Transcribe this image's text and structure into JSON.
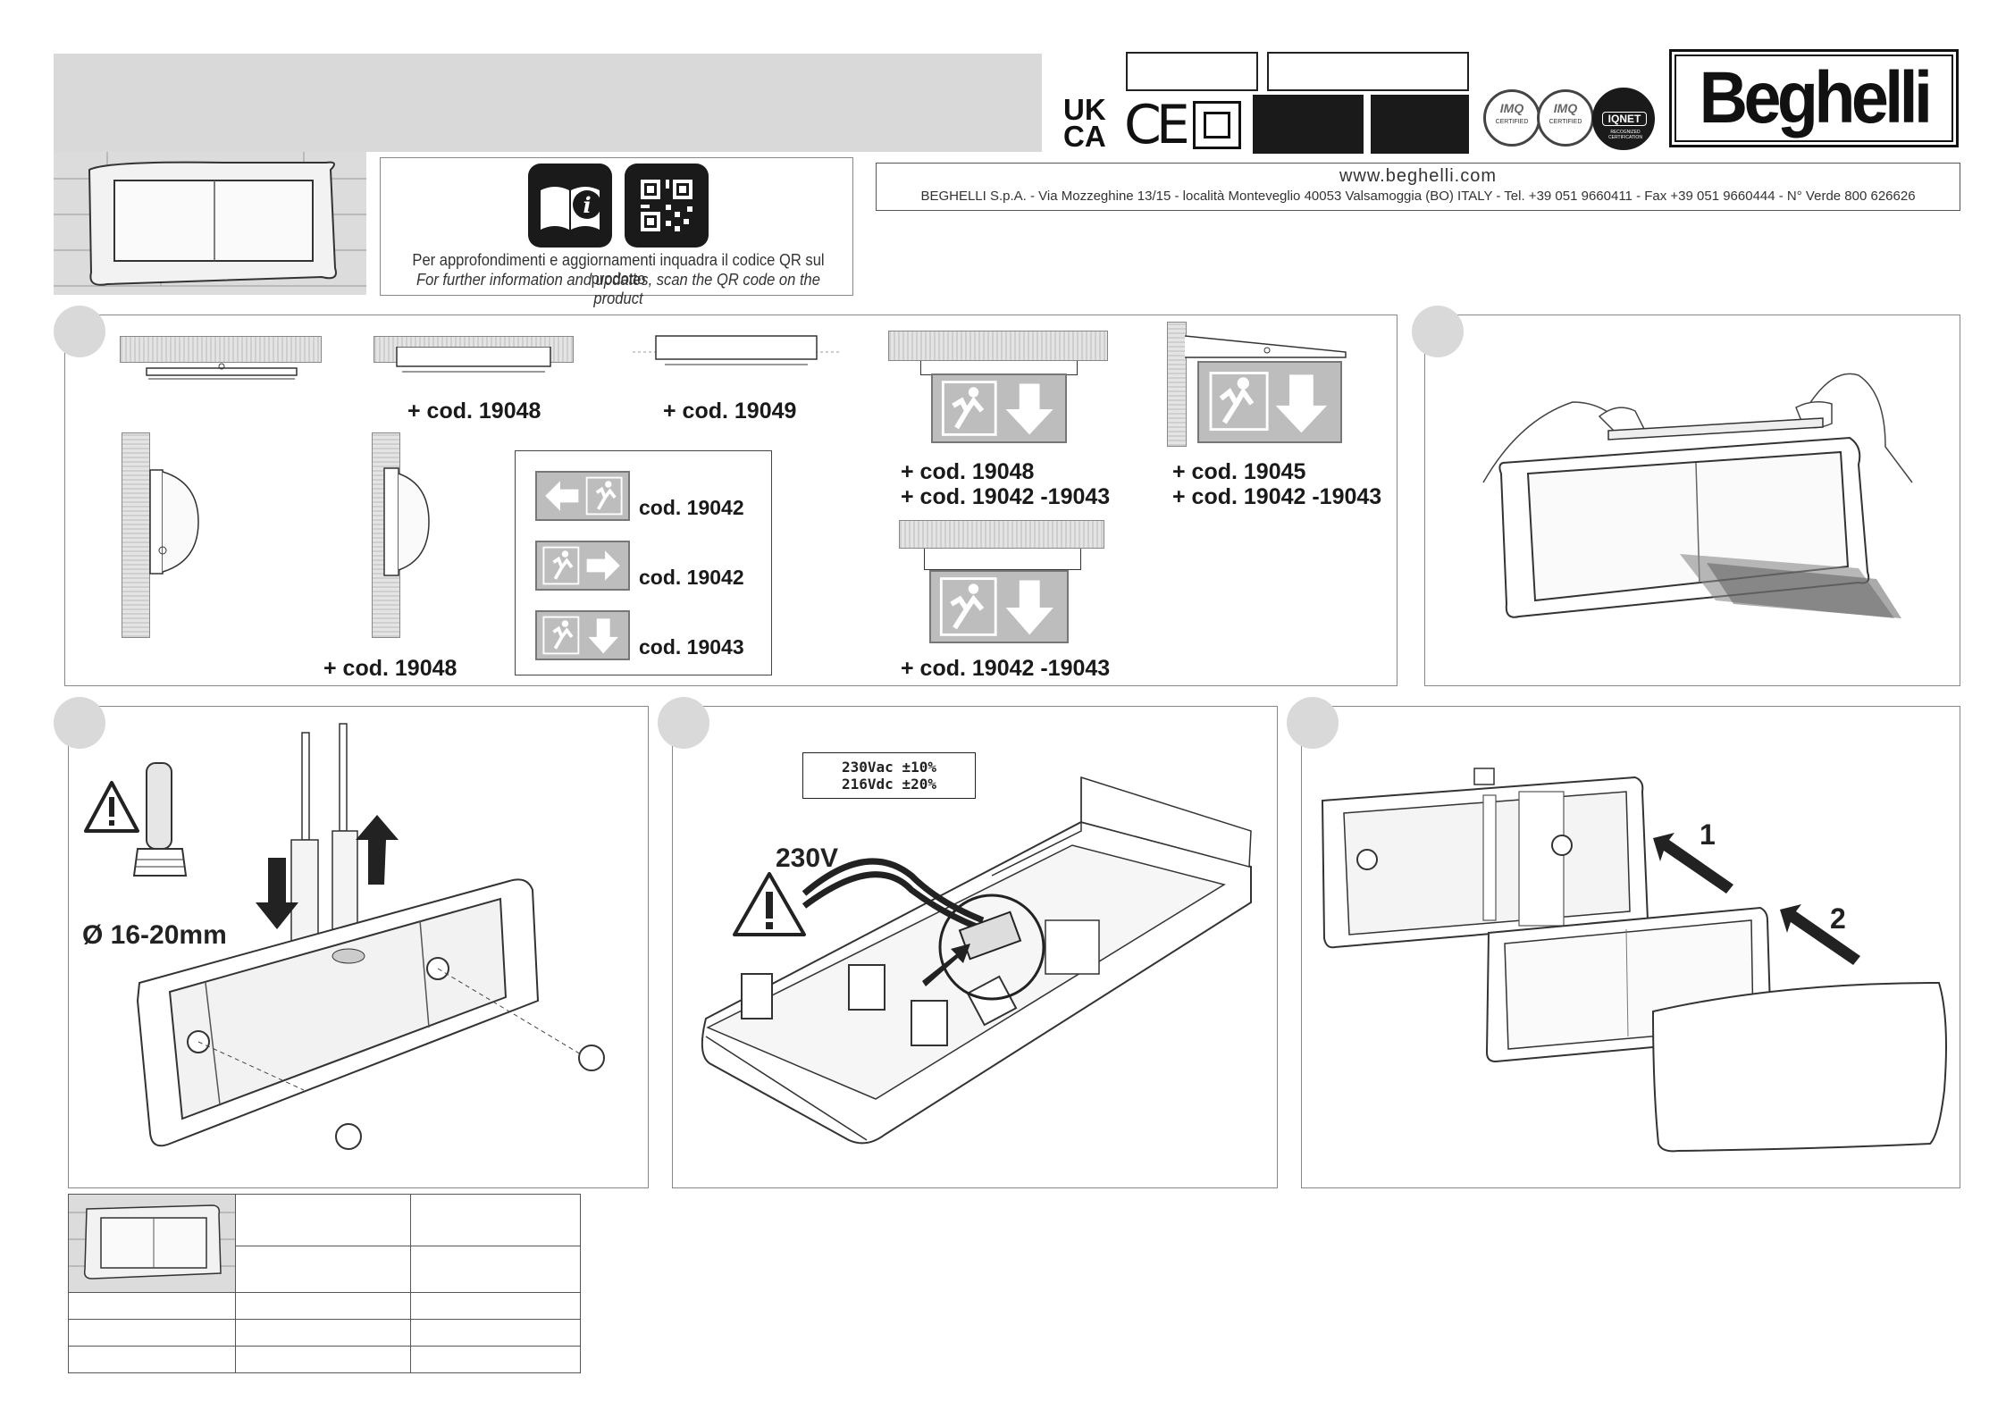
{
  "header": {
    "brand": "Beghelli",
    "website": "www.beghelli.com",
    "address": "BEGHELLI S.p.A. - Via Mozzeghine 13/15 - località Monteveglio 40053 Valsamoggia (BO) ITALY - Tel. +39 051 9660411 - Fax +39 051 9660444 - N° Verde 800 626626",
    "ukca_top": "UK",
    "ukca_bottom": "CA",
    "ce_mark": "CE",
    "certs": [
      {
        "label": "IMQ",
        "sub": "CERTIFIED"
      },
      {
        "label": "IMQ",
        "sub": "CERTIFIED"
      },
      {
        "label": "IQNET",
        "sub": "RECOGNIZED CERTIFICATION"
      }
    ]
  },
  "qr_box": {
    "text_it": "Per approfondimenti e aggiornamenti inquadra il codice QR sul prodotto",
    "text_en": "For further information and updates, scan the QR code on the product"
  },
  "step1": {
    "labels": {
      "ceiling_recessed": "+ cod. 19048",
      "ceiling_surface": "+ cod. 19049",
      "wall_recessed": "+ cod. 19048",
      "suspended_1a": "+ cod. 19048",
      "suspended_1b": "+ cod. 19042 -19043",
      "wall_flag_a": "+ cod. 19045",
      "wall_flag_b": "+ cod. 19042 -19043",
      "suspended_2": "+ cod. 19042 -19043"
    },
    "pictograms": [
      {
        "code": "cod. 19042",
        "arrow": "left"
      },
      {
        "code": "cod. 19042",
        "arrow": "right"
      },
      {
        "code": "cod. 19043",
        "arrow": "down"
      }
    ]
  },
  "step3": {
    "cable_diameter": "Ø 16-20mm"
  },
  "step4": {
    "voltage_ac": "230Vac ±10%",
    "voltage_dc": "216Vdc ±20%",
    "mains_label": "230V"
  },
  "step5": {
    "arrow_1": "1",
    "arrow_2": "2"
  },
  "colors": {
    "header_band": "#d9d9d9",
    "black_block": "#1a1a1a",
    "sign_gray": "#bdbdbd",
    "step_circle": "#d9d9d9"
  }
}
